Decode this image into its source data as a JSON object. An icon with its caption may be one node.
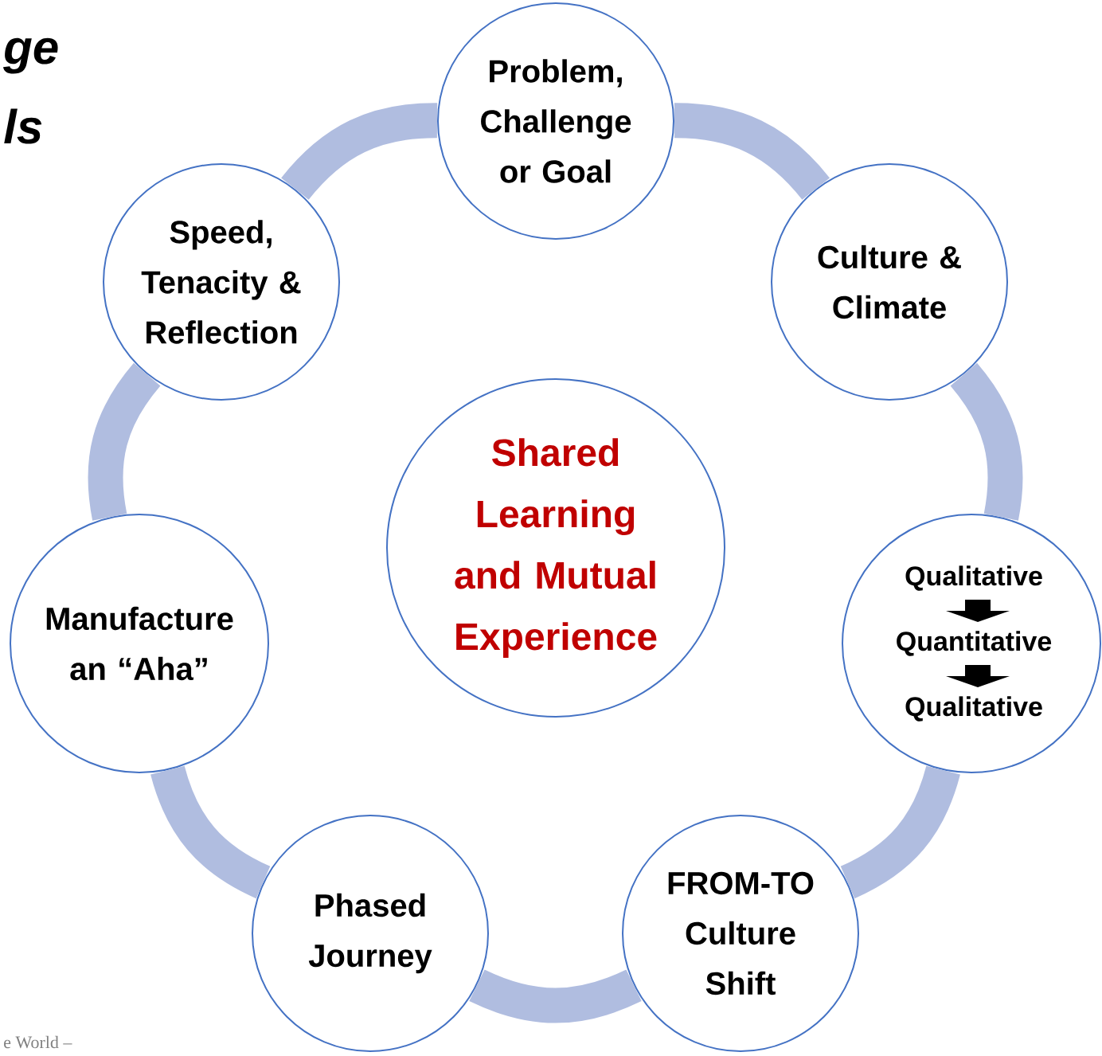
{
  "diagram": {
    "nodes": [
      {
        "text": [
          "Problem, Challenge or Goal"
        ]
      },
      {
        "text": [
          "Culture & Climate"
        ]
      },
      {
        "text": [
          "Qualitative",
          "Quantitative",
          "Qualitative"
        ]
      },
      {
        "text": [
          "FROM-TO Culture Shift"
        ]
      },
      {
        "text": [
          "Phased Journey"
        ]
      },
      {
        "text": [
          "Manufacture an “Aha”"
        ]
      },
      {
        "text": [
          "Speed, Tenacity & Reflection"
        ]
      },
      {
        "text": [
          "Shared Learning and Mutual Experience"
        ]
      }
    ],
    "edges": [
      {
        "from": 0,
        "to": 1,
        "arrow": "none"
      },
      {
        "from": 1,
        "to": 2,
        "arrow": "none"
      },
      {
        "from": 2,
        "to": 3,
        "arrow": "none"
      },
      {
        "from": 3,
        "to": 4,
        "arrow": "none"
      },
      {
        "from": 4,
        "to": 5,
        "arrow": "none"
      },
      {
        "from": 5,
        "to": 6,
        "arrow": "none"
      },
      {
        "from": 6,
        "to": 0,
        "arrow": "none"
      }
    ],
    "labels": [
      "ge",
      "ls",
      "e World –"
    ]
  }
}
